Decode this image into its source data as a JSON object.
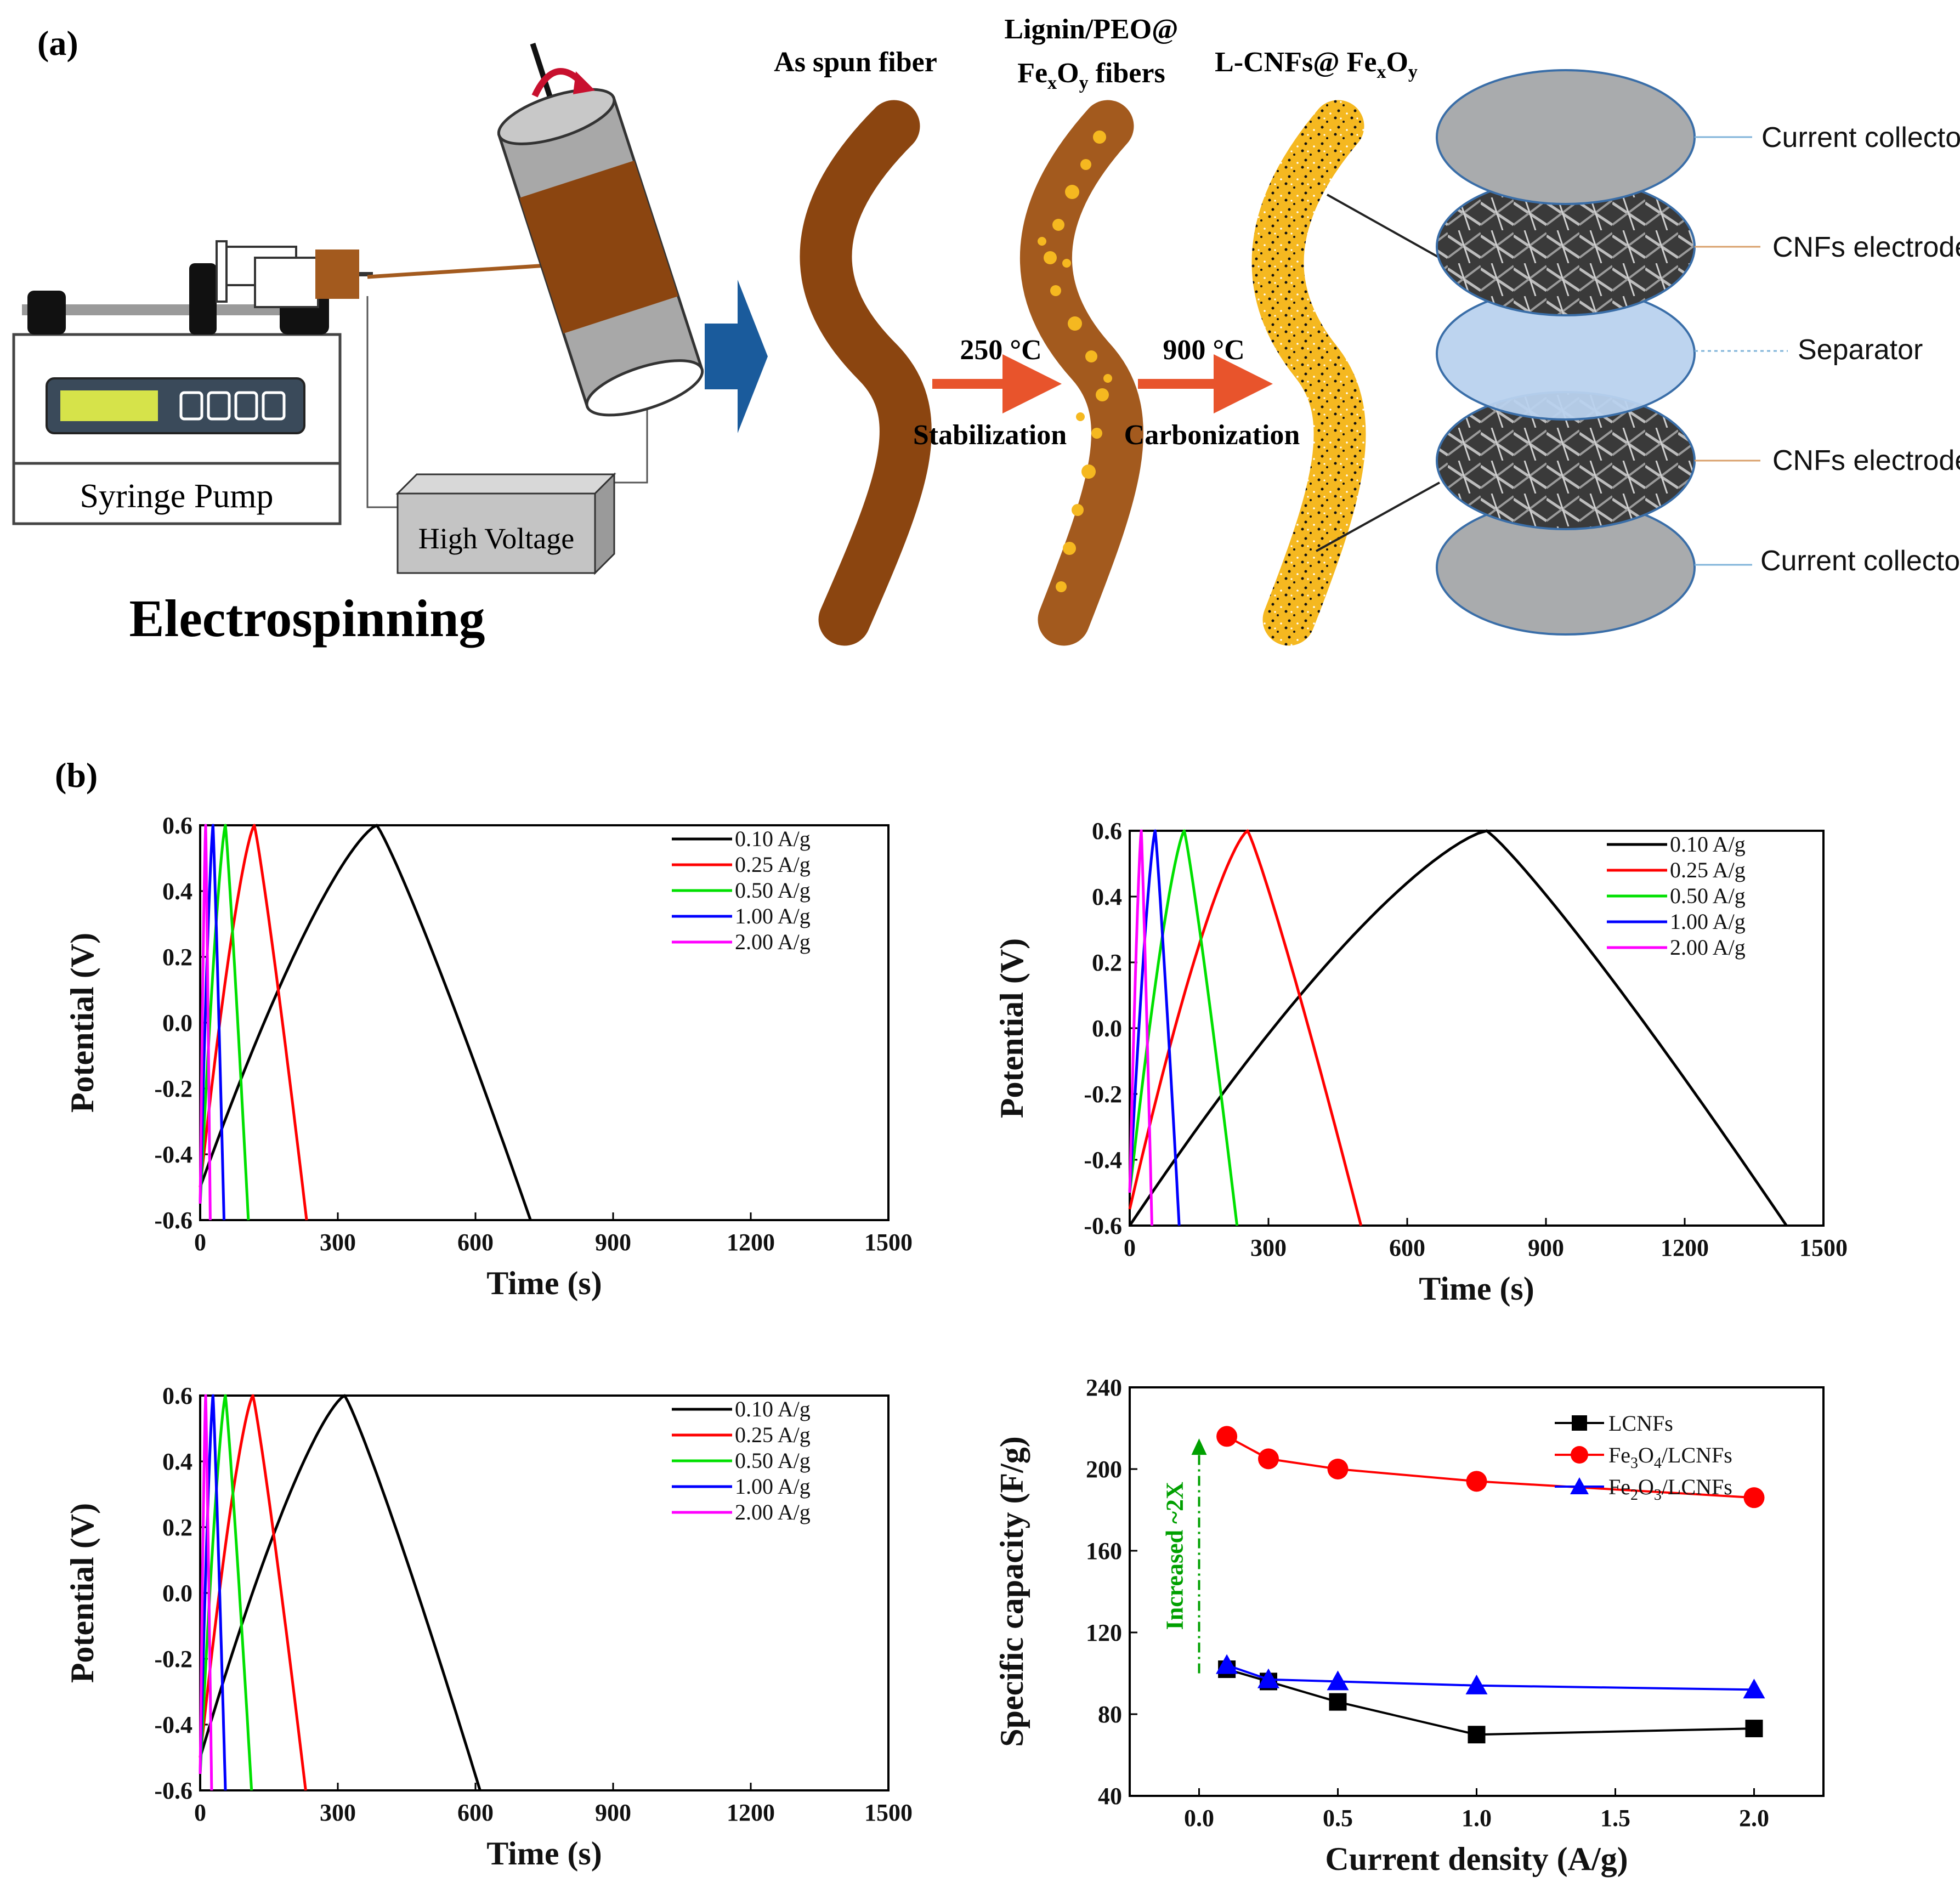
{
  "panel_a": {
    "label": "(a)",
    "syringe_pump": "Syringe Pump",
    "high_voltage": "High Voltage",
    "electrospinning": "Electrospinning",
    "as_spun": "As spun fiber",
    "lignin_line1": "Lignin/PEO@",
    "lignin_line2_base": "Fe",
    "lignin_sub_x": "x",
    "lignin_O": "O",
    "lignin_sub_y": "y",
    "lignin_line2_rest": " fibers",
    "lcnf_base": "L-CNFs@ Fe",
    "lcnf_sub_x": "x",
    "lcnf_O": "O",
    "lcnf_sub_y": "y",
    "temp1": "250 °C",
    "step1": "Stabilization",
    "temp2": "900 °C",
    "step2": "Carbonization",
    "stack": [
      "Current collector",
      "CNFs electrode",
      "Separator",
      "CNFs electrode",
      "Current collector"
    ],
    "colors": {
      "fiber": "#8b4510",
      "particles": "#f5b820",
      "arrow": "#e8542c",
      "big_arrow": "#1a5b9c",
      "disc_grey": "#a9abad",
      "separator": "#b9d2ee"
    }
  },
  "panel_b": {
    "label": "(b)"
  },
  "chart_data": [
    {
      "type": "line",
      "xlabel": "Time (s)",
      "ylabel": "Potential (V)",
      "xlim": [
        0,
        1500
      ],
      "ylim": [
        -0.6,
        0.6
      ],
      "xticks": [
        0,
        300,
        600,
        900,
        1200,
        1500
      ],
      "yticks": [
        -0.6,
        -0.4,
        -0.2,
        0.0,
        0.2,
        0.4,
        0.6
      ],
      "xtick_labels": [
        "0",
        "300",
        "600",
        "900",
        "1200",
        "1500"
      ],
      "ytick_labels": [
        "-0.6",
        "-0.4",
        "-0.2",
        "0.0",
        "0.2",
        "0.4",
        "0.6"
      ],
      "legend_position": "top-right",
      "series": [
        {
          "name": "0.10 A/g",
          "color": "#000000",
          "start_v": -0.5,
          "t_peak": 385,
          "t_end": 720
        },
        {
          "name": "0.25 A/g",
          "color": "#ff0000",
          "start_v": -0.5,
          "t_peak": 118,
          "t_end": 232
        },
        {
          "name": "0.50 A/g",
          "color": "#00e000",
          "start_v": -0.55,
          "t_peak": 55,
          "t_end": 105
        },
        {
          "name": "1.00 A/g",
          "color": "#0000ff",
          "start_v": -0.55,
          "t_peak": 28,
          "t_end": 52
        },
        {
          "name": "2.00 A/g",
          "color": "#ff00ff",
          "start_v": -0.55,
          "t_peak": 12,
          "t_end": 22
        }
      ]
    },
    {
      "type": "line",
      "xlabel": "Time (s)",
      "ylabel": "Potential (V)",
      "xlim": [
        0,
        1500
      ],
      "ylim": [
        -0.6,
        0.6
      ],
      "xticks": [
        0,
        300,
        600,
        900,
        1200,
        1500
      ],
      "yticks": [
        -0.6,
        -0.4,
        -0.2,
        0.0,
        0.2,
        0.4,
        0.6
      ],
      "xtick_labels": [
        "0",
        "300",
        "600",
        "900",
        "1200",
        "1500"
      ],
      "ytick_labels": [
        "-0.6",
        "-0.4",
        "-0.2",
        "0.0",
        "0.2",
        "0.4",
        "0.6"
      ],
      "legend_position": "top-right",
      "series": [
        {
          "name": "0.10 A/g",
          "color": "#000000",
          "start_v": -0.6,
          "t_peak": 772,
          "t_end": 1420
        },
        {
          "name": "0.25 A/g",
          "color": "#ff0000",
          "start_v": -0.55,
          "t_peak": 255,
          "t_end": 500
        },
        {
          "name": "0.50 A/g",
          "color": "#00e000",
          "start_v": -0.5,
          "t_peak": 118,
          "t_end": 232
        },
        {
          "name": "1.00 A/g",
          "color": "#0000ff",
          "start_v": -0.5,
          "t_peak": 55,
          "t_end": 107
        },
        {
          "name": "2.00 A/g",
          "color": "#ff00ff",
          "start_v": -0.5,
          "t_peak": 25,
          "t_end": 48
        }
      ]
    },
    {
      "type": "line",
      "xlabel": "Time (s)",
      "ylabel": "Potential (V)",
      "xlim": [
        0,
        1500
      ],
      "ylim": [
        -0.6,
        0.6
      ],
      "xticks": [
        0,
        300,
        600,
        900,
        1200,
        1500
      ],
      "yticks": [
        -0.6,
        -0.4,
        -0.2,
        0.0,
        0.2,
        0.4,
        0.6
      ],
      "xtick_labels": [
        "0",
        "300",
        "600",
        "900",
        "1200",
        "1500"
      ],
      "ytick_labels": [
        "-0.6",
        "-0.4",
        "-0.2",
        "0.0",
        "0.2",
        "0.4",
        "0.6"
      ],
      "legend_position": "top-right",
      "series": [
        {
          "name": "0.10 A/g",
          "color": "#000000",
          "start_v": -0.5,
          "t_peak": 315,
          "t_end": 610
        },
        {
          "name": "0.25 A/g",
          "color": "#ff0000",
          "start_v": -0.5,
          "t_peak": 115,
          "t_end": 230
        },
        {
          "name": "0.50 A/g",
          "color": "#00e000",
          "start_v": -0.55,
          "t_peak": 55,
          "t_end": 112
        },
        {
          "name": "1.00 A/g",
          "color": "#0000ff",
          "start_v": -0.55,
          "t_peak": 28,
          "t_end": 55
        },
        {
          "name": "2.00 A/g",
          "color": "#ff00ff",
          "start_v": -0.55,
          "t_peak": 12,
          "t_end": 25
        }
      ]
    },
    {
      "type": "line",
      "xlabel": "Current density (A/g)",
      "ylabel": "Specific capacity (F/g)",
      "xlim": [
        -0.25,
        2.25
      ],
      "ylim": [
        40,
        240
      ],
      "xticks": [
        0.0,
        0.5,
        1.0,
        1.5,
        2.0
      ],
      "yticks": [
        40,
        80,
        120,
        160,
        200,
        240
      ],
      "xtick_labels": [
        "0.0",
        "0.5",
        "1.0",
        "1.5",
        "2.0"
      ],
      "ytick_labels": [
        "40",
        "80",
        "120",
        "160",
        "200",
        "240"
      ],
      "legend_position": "top-right",
      "annotation": "Increased ~2X",
      "annotation_color": "#00a000",
      "annotation_range": [
        100,
        215
      ],
      "x": [
        0.1,
        0.25,
        0.5,
        1.0,
        2.0
      ],
      "series": [
        {
          "name": "LCNFs",
          "legend_base": "LCNFs",
          "legend_sub1": "",
          "legend_mid": "",
          "legend_sub2": "",
          "legend_rest": "",
          "color": "#000000",
          "marker": "square",
          "values": [
            102,
            96,
            86,
            70,
            73
          ]
        },
        {
          "name": "Fe3O4/LCNFs",
          "legend_base": "Fe",
          "legend_sub1": "3",
          "legend_mid": "O",
          "legend_sub2": "4",
          "legend_rest": "/LCNFs",
          "color": "#ff0000",
          "marker": "circle",
          "values": [
            216,
            205,
            200,
            194,
            186
          ]
        },
        {
          "name": "Fe2O3/LCNFs",
          "legend_base": "Fe",
          "legend_sub1": "2",
          "legend_mid": "O",
          "legend_sub2": "3",
          "legend_rest": "/LCNFs",
          "color": "#0000ff",
          "marker": "triangle",
          "values": [
            104,
            97,
            96,
            94,
            92
          ]
        }
      ]
    }
  ]
}
